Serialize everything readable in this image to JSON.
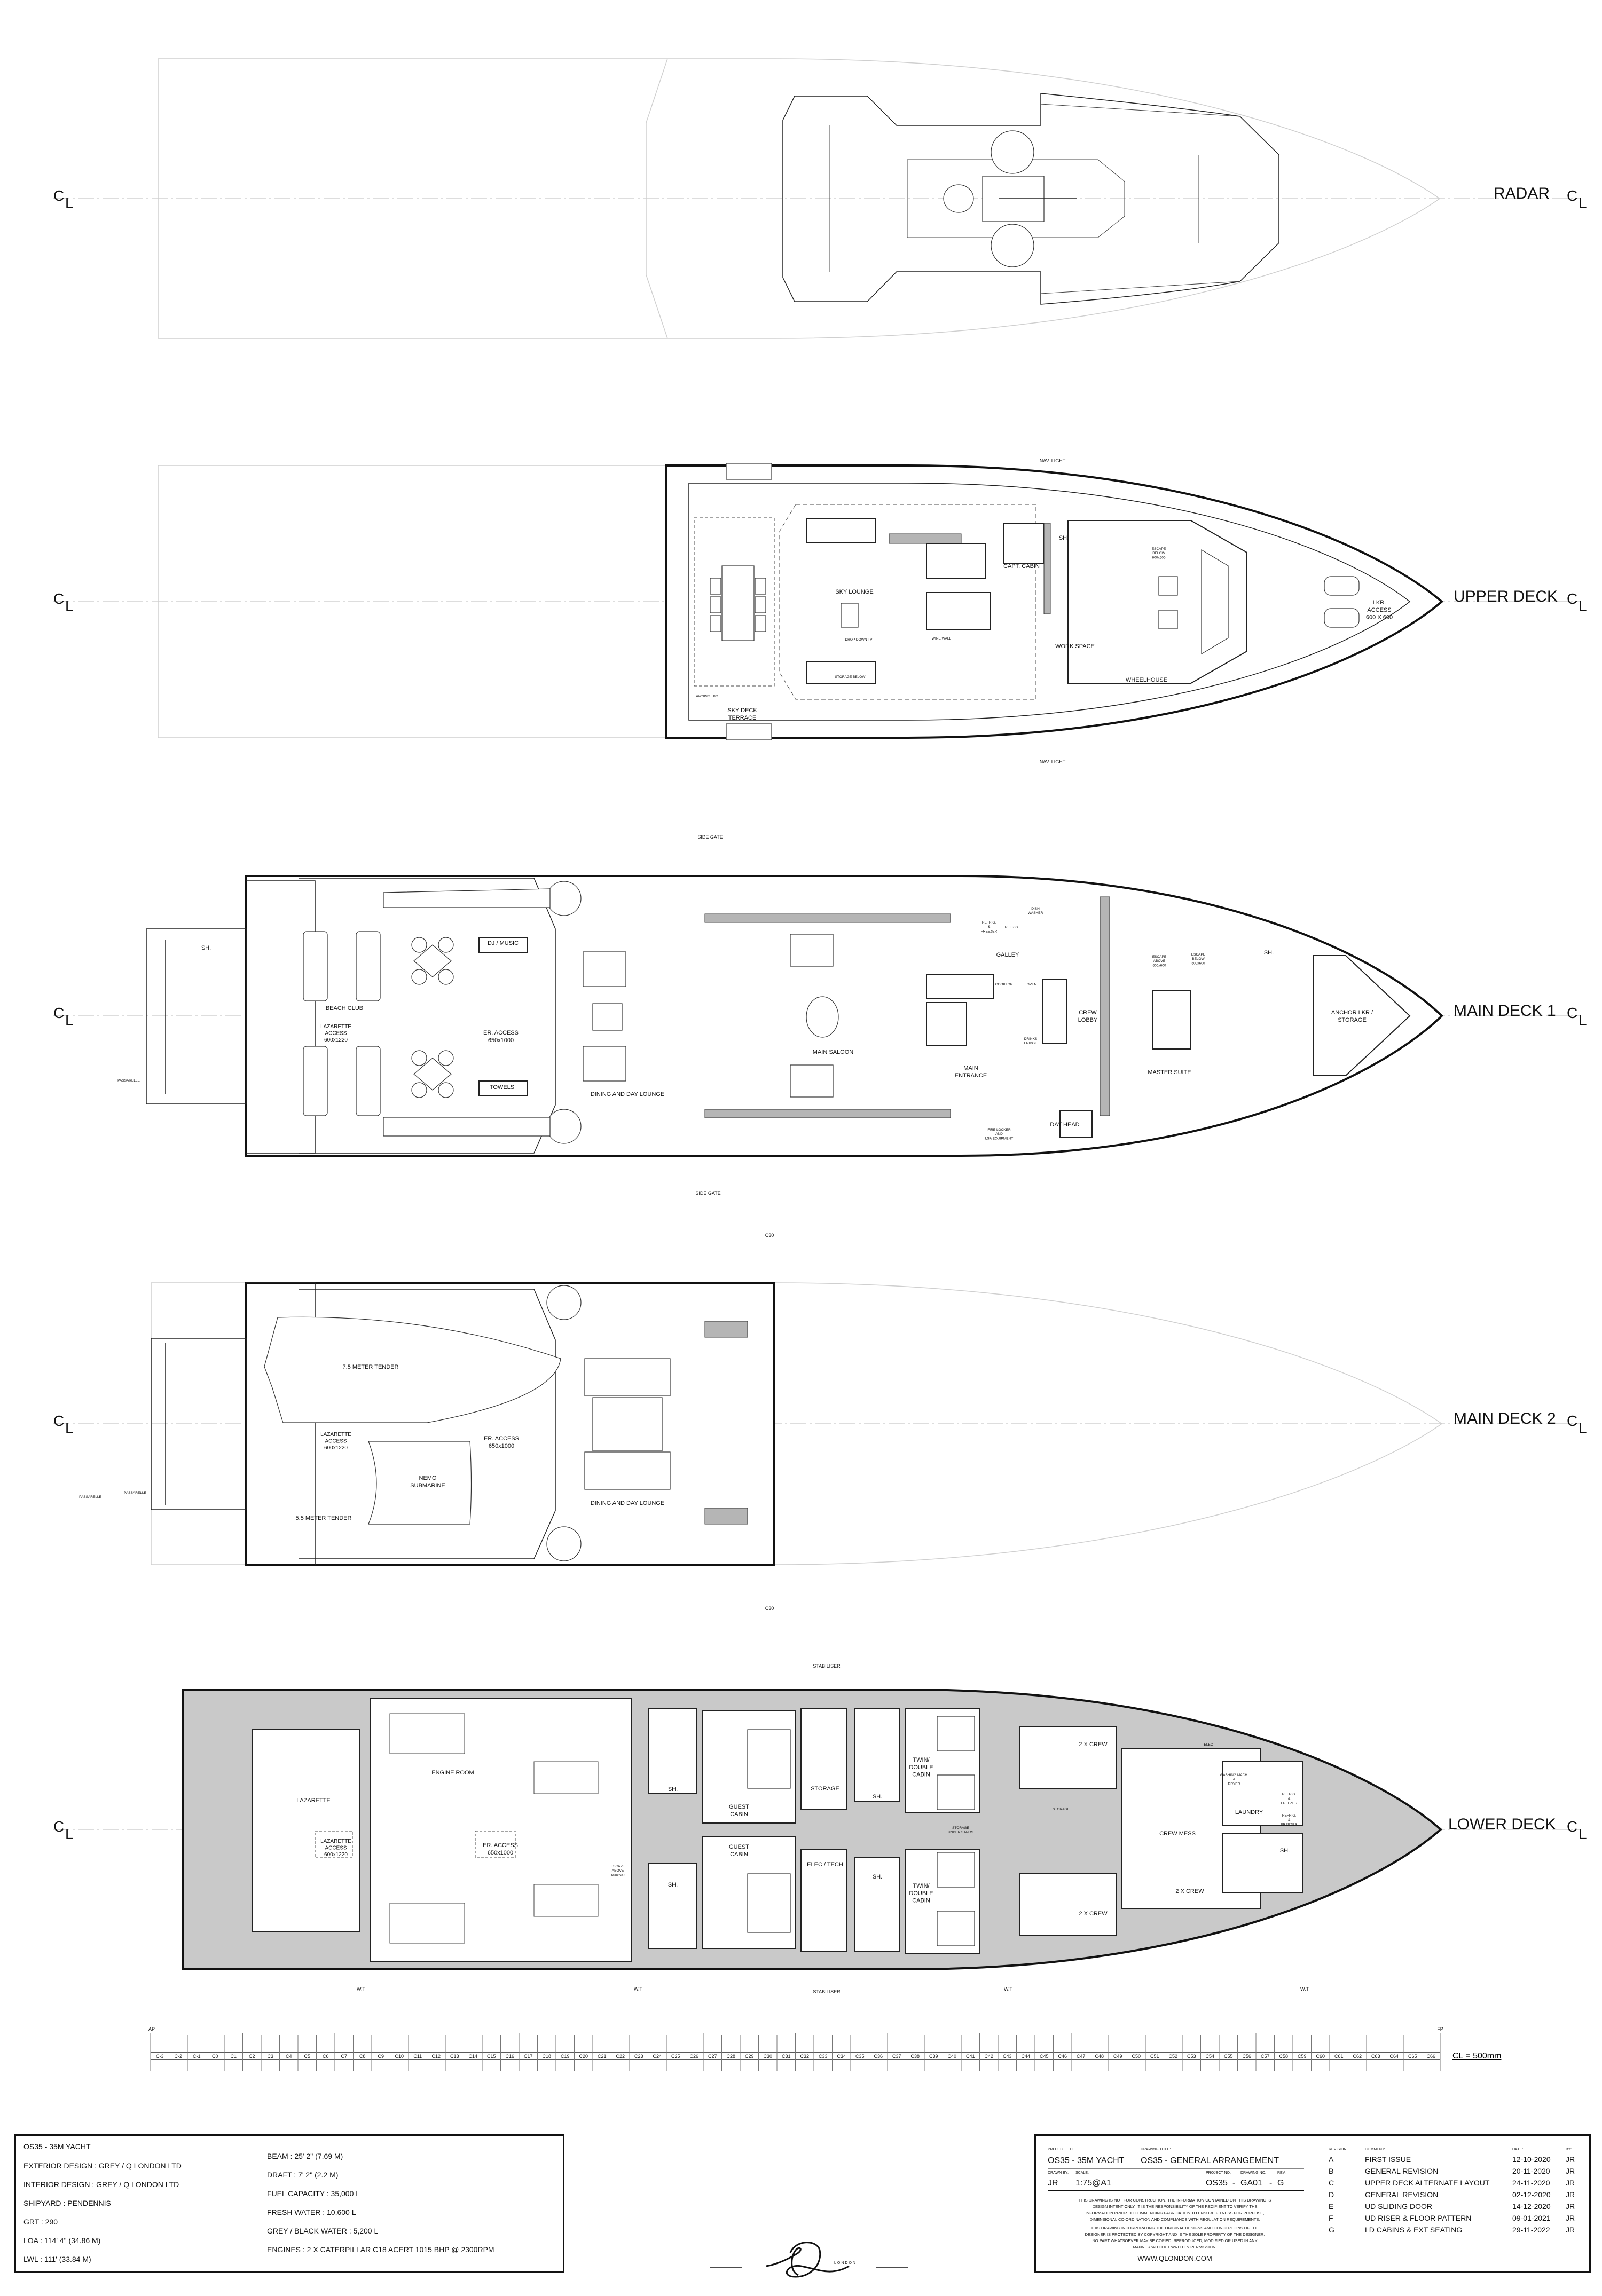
{
  "decks": {
    "radar": {
      "label": "RADAR"
    },
    "upper": {
      "label": "UPPER DECK",
      "rooms": [
        [
          "SKY DECK",
          "TERRACE"
        ],
        [
          "SKY LOUNGE"
        ],
        [
          "CAPT. CABIN"
        ],
        [
          "SH."
        ],
        [
          "ESCAPE",
          "BELOW",
          "600x600"
        ],
        [
          "WORK SPACE"
        ],
        [
          "WHEELHOUSE"
        ],
        [
          "LKR.",
          "ACCESS",
          "600 X 600"
        ],
        [
          "STORAGE BELOW"
        ],
        [
          "DROP DOWN TV"
        ],
        [
          "WINE WALL"
        ],
        [
          "AWNING TBC"
        ],
        [
          "NAV. LIGHT"
        ],
        [
          "NAV. LIGHT"
        ]
      ]
    },
    "main1": {
      "label": "MAIN DECK 1",
      "rooms": [
        [
          "SH."
        ],
        [
          "BEACH CLUB"
        ],
        [
          "LAZARETTE",
          "ACCESS",
          "600x1220"
        ],
        [
          "DJ / MUSIC"
        ],
        [
          "ER. ACCESS",
          "650x1000"
        ],
        [
          "TOWELS"
        ],
        [
          "DINING AND DAY LOUNGE"
        ],
        [
          "MAIN SALOON"
        ],
        [
          "GALLEY"
        ],
        [
          "DISH",
          "WASHER"
        ],
        [
          "REFRIG.",
          "&",
          "FREEZER"
        ],
        [
          "REFRIG."
        ],
        [
          "COOKTOP"
        ],
        [
          "OVEN"
        ],
        [
          "CREW",
          "LOBBY"
        ],
        [
          "MAIN",
          "ENTRANCE"
        ],
        [
          "DRINKS",
          "FRIDGE"
        ],
        [
          "MASTER SUITE"
        ],
        [
          "ESCAPE",
          "ABOVE",
          "600x600"
        ],
        [
          "ESCAPE",
          "BELOW",
          "600x600"
        ],
        [
          "SH."
        ],
        [
          "ANCHOR LKR /",
          "STORAGE"
        ],
        [
          "DAY HEAD"
        ],
        [
          "FIRE LOCKER",
          "AND",
          "LSA EQUIPMENT"
        ],
        [
          "SIDE GATE"
        ],
        [
          "SIDE GATE"
        ],
        [
          "PASSARELLE"
        ]
      ]
    },
    "main2": {
      "label": "MAIN DECK 2",
      "rooms": [
        [
          "7.5 METER TENDER"
        ],
        [
          "LAZARETTE",
          "ACCESS",
          "600x1220"
        ],
        [
          "ER. ACCESS",
          "650x1000"
        ],
        [
          "NEMO",
          "SUBMARINE"
        ],
        [
          "5.5 METER TENDER"
        ],
        [
          "DINING AND DAY LOUNGE"
        ],
        [
          "PASSARELLE"
        ],
        [
          "PASSARELLE"
        ],
        [
          "C30"
        ],
        [
          "C30"
        ]
      ]
    },
    "lower": {
      "label": "LOWER DECK",
      "rooms": [
        [
          "STABILISER"
        ],
        [
          "STABILISER"
        ],
        [
          "LAZARETTE"
        ],
        [
          "LAZARETTE",
          "ACCESS",
          "600x1220"
        ],
        [
          "ENGINE ROOM"
        ],
        [
          "ER. ACCESS",
          "650x1000"
        ],
        [
          "ESCAPE",
          "ABOVE",
          "600x600"
        ],
        [
          "SH."
        ],
        [
          "SH."
        ],
        [
          "GUEST",
          "CABIN"
        ],
        [
          "GUEST",
          "CABIN"
        ],
        [
          "STORAGE"
        ],
        [
          "ELEC / TECH"
        ],
        [
          "TWIN/",
          "DOUBLE",
          "CABIN"
        ],
        [
          "TWIN/",
          "DOUBLE",
          "CABIN"
        ],
        [
          "SH."
        ],
        [
          "SH."
        ],
        [
          "STORAGE",
          "UNDER STAIRS"
        ],
        [
          "STORAGE"
        ],
        [
          "2 X CREW"
        ],
        [
          "2 X CREW"
        ],
        [
          "2 X CREW"
        ],
        [
          "CREW MESS"
        ],
        [
          "LAUNDRY"
        ],
        [
          "WASHING MACH.",
          "&",
          "DRYER"
        ],
        [
          "REFRIG.",
          "&",
          "FREEZER"
        ],
        [
          "REFRIG.",
          "&",
          "FREEZER"
        ],
        [
          "ELEC"
        ],
        [
          "SH."
        ],
        [
          "W.T"
        ],
        [
          "W.T"
        ],
        [
          "W.T"
        ],
        [
          "W.T"
        ]
      ]
    }
  },
  "centerline_symbol": {
    "c": "C",
    "l": "L"
  },
  "frame_scale": {
    "aft": "AP",
    "fore": "FP",
    "frames": [
      "C-3",
      "C-2",
      "C-1",
      "C0",
      "C1",
      "C2",
      "C3",
      "C4",
      "C5",
      "C6",
      "C7",
      "C8",
      "C9",
      "C10",
      "C11",
      "C12",
      "C13",
      "C14",
      "C15",
      "C16",
      "C17",
      "C18",
      "C19",
      "C20",
      "C21",
      "C22",
      "C23",
      "C24",
      "C25",
      "C26",
      "C27",
      "C28",
      "C29",
      "C30",
      "C31",
      "C32",
      "C33",
      "C34",
      "C35",
      "C36",
      "C37",
      "C38",
      "C39",
      "C40",
      "C41",
      "C42",
      "C43",
      "C44",
      "C45",
      "C46",
      "C47",
      "C48",
      "C49",
      "C50",
      "C51",
      "C52",
      "C53",
      "C54",
      "C55",
      "C56",
      "C57",
      "C58",
      "C59",
      "C60",
      "C61",
      "C62",
      "C63",
      "C64",
      "C65",
      "C66"
    ],
    "legend": "CL = 500mm"
  },
  "specs": {
    "title": "OS35 - 35M YACHT",
    "left": [
      "EXTERIOR DESIGN : GREY / Q LONDON LTD",
      "INTERIOR DESIGN : GREY / Q LONDON LTD",
      "SHIPYARD : PENDENNIS",
      "GRT : 290",
      "LOA : 114' 4\" (34.86 M)",
      "LWL : 111' (33.84 M)"
    ],
    "right": [
      "BEAM : 25' 2\" (7.69 M)",
      "DRAFT : 7' 2\" (2.2 M)",
      "FUEL CAPACITY : 35,000 L",
      "FRESH WATER : 10,600 L",
      "GREY / BLACK WATER : 5,200 L",
      "ENGINES : 2 X CATERPILLAR C18 ACERT 1015 BHP @ 2300RPM"
    ]
  },
  "title_block": {
    "project_title_label": "PROJECT TITLE:",
    "project_title": "OS35 - 35M YACHT",
    "drawing_title_label": "DRAWING TITLE:",
    "drawing_title": "OS35 - GENERAL ARRANGEMENT",
    "drawn_by_label": "DRAWN BY:",
    "drawn_by": "JR",
    "scale_label": "SCALE:",
    "scale": "1:75@A1",
    "project_no_label": "PROJECT NO.",
    "project_no": "OS35",
    "drawing_no_label": "DRAWING NO.",
    "drawing_no": "GA01",
    "rev_label": "REV.",
    "rev": "G",
    "separator": "-",
    "disclaimer": [
      "THIS DRAWING IS NOT FOR CONSTRUCTION. THE INFORMATION CONTAINED ON THIS DRAWING IS",
      "DESIGN INTENT ONLY.  IT IS THE RESPONSIBILITY OF THE RECIPIENT TO VERIFY THE",
      "INFORMATION PRIOR TO COMMENCING FABRICATION TO ENSURE FITNESS FOR PURPOSE,",
      "DIMENSIONAL CO-ORDINATION AND COMPLIANCE WITH REGULATION REQUIREMENTS."
    ],
    "copyright": [
      "THIS DRAWING INCORPORATING THE ORIGINAL DESIGNS AND CONCEPTIONS OF THE",
      "DESIGNER IS PROTECTED BY COPYRIGHT AND IS THE SOLE PROPERTY OF THE DESIGNER.",
      "NO PART WHATSOEVER MAY BE COPIED, REPRODUCED, MODIFIED OR USED IN ANY",
      "MANNER WITHOUT WRITTEN PERMISSION."
    ],
    "website": "WWW.QLONDON.COM"
  },
  "revisions": {
    "headers": {
      "revision": "REVISION:",
      "comment": "COMMENT:",
      "date": "DATE:",
      "by": "BY:"
    },
    "rows": [
      {
        "rev": "A",
        "comment": "FIRST ISSUE",
        "date": "12-10-2020",
        "by": "JR"
      },
      {
        "rev": "B",
        "comment": "GENERAL REVISION",
        "date": "20-11-2020",
        "by": "JR"
      },
      {
        "rev": "C",
        "comment": "UPPER DECK ALTERNATE LAYOUT",
        "date": "24-11-2020",
        "by": "JR"
      },
      {
        "rev": "D",
        "comment": "GENERAL REVISION",
        "date": "02-12-2020",
        "by": "JR"
      },
      {
        "rev": "E",
        "comment": "UD SLIDING DOOR",
        "date": "14-12-2020",
        "by": "JR"
      },
      {
        "rev": "F",
        "comment": "UD RISER & FLOOR PATTERN",
        "date": "09-01-2021",
        "by": "JR"
      },
      {
        "rev": "G",
        "comment": "LD CABINS & EXT SEATING",
        "date": "29-11-2022",
        "by": "JR"
      }
    ]
  },
  "logo": {
    "mark": "Q",
    "text": "LONDON"
  }
}
